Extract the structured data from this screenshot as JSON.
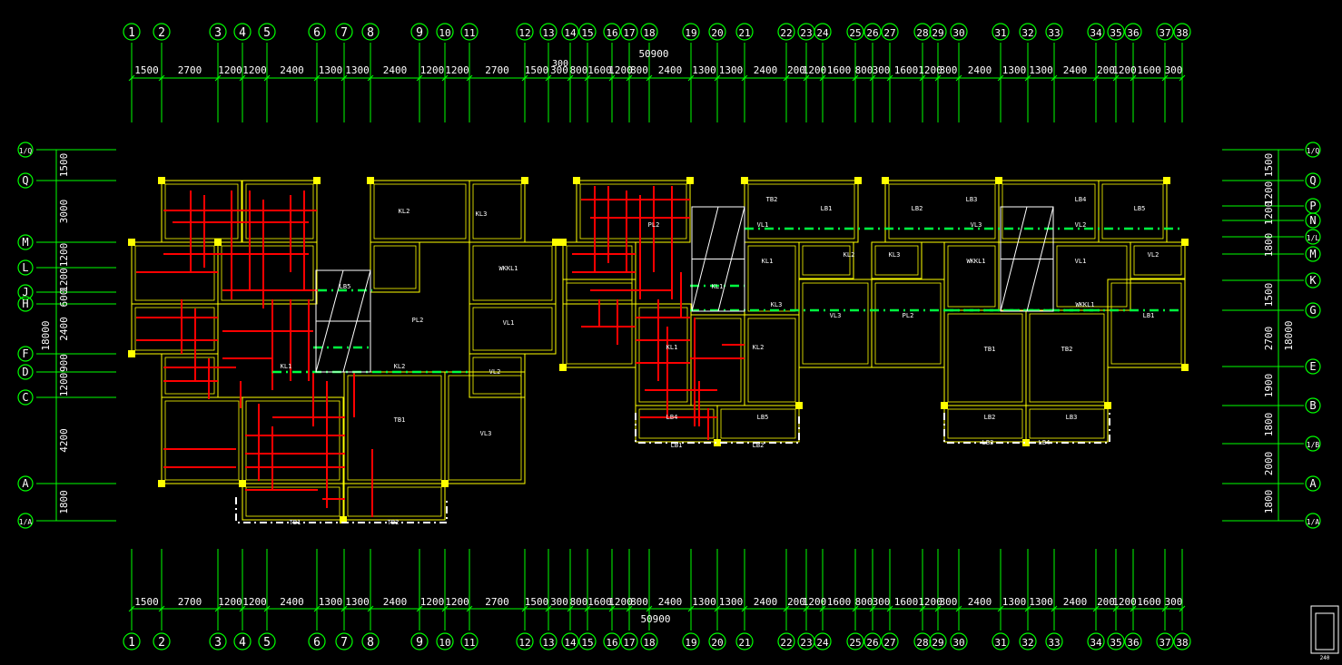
{
  "colors": {
    "background": "#000000",
    "grid": "#00ff00",
    "wall": "#ffff00",
    "beam": "#ff0000",
    "axis_line": "#00ff00",
    "label": "#ffffff",
    "stair": "#ffffff"
  },
  "top_total": "50900",
  "top_note": "300",
  "bottom_total": "50900",
  "vertical_total_left": "18000",
  "vertical_total_right": "18000",
  "axes": [
    "1",
    "2",
    "3",
    "4",
    "5",
    "6",
    "7",
    "8",
    "9",
    "10",
    "11",
    "12",
    "13",
    "14",
    "15",
    "16",
    "17",
    "18",
    "19",
    "20",
    "21",
    "22",
    "23",
    "24",
    "25",
    "26",
    "27",
    "28",
    "29",
    "30",
    "31",
    "32",
    "33",
    "34",
    "35",
    "36",
    "37",
    "38"
  ],
  "top_spacings": [
    "1500",
    "2700",
    "1200",
    "1200",
    "2400",
    "1300",
    "1300",
    "2400",
    "1200",
    "1200",
    "2700",
    "1500",
    "300",
    "800",
    "1600",
    "1200",
    "800",
    "2400",
    "1300",
    "1300",
    "2400",
    "200",
    "1200",
    "1600",
    "800",
    "300",
    "1600",
    "1200",
    "300",
    "2400",
    "1300",
    "1300",
    "2400",
    "200",
    "1200",
    "1600",
    "300"
  ],
  "bottom_spacings": [
    "1500",
    "2700",
    "1200",
    "1200",
    "2400",
    "1300",
    "1300",
    "2400",
    "1200",
    "1200",
    "2700",
    "1500",
    "300",
    "800",
    "1600",
    "1200",
    "800",
    "2400",
    "1300",
    "1300",
    "2400",
    "200",
    "1200",
    "1600",
    "800",
    "300",
    "1600",
    "1200",
    "300",
    "2400",
    "1300",
    "1300",
    "2400",
    "200",
    "1200",
    "1600",
    "300"
  ],
  "left_rows": [
    "1/Q",
    "Q",
    "M",
    "L",
    "J",
    "H",
    "F",
    "D",
    "C",
    "A",
    "1/A"
  ],
  "left_spacings": [
    "1500",
    "3000",
    "1200",
    "1200",
    "600",
    "2400",
    "900",
    "1200",
    "4200",
    "1800"
  ],
  "right_rows": [
    "1/Q",
    "Q",
    "P",
    "N",
    "1/L",
    "M",
    "K",
    "G",
    "E",
    "B",
    "1/B",
    "A",
    "1/A"
  ],
  "right_spacings": [
    "1500",
    "1200",
    "1200",
    "1800",
    "1500",
    "2700",
    "1900",
    "1800",
    "2000",
    "1800"
  ],
  "beam_labels": [
    "KL1",
    "KL2",
    "KL3",
    "WKKL1",
    "VL1",
    "VL2",
    "VL3",
    "PL2",
    "TB1",
    "TB2",
    "LB1",
    "LB2",
    "LB3",
    "LB4",
    "LB5"
  ],
  "stamp_text": "240"
}
